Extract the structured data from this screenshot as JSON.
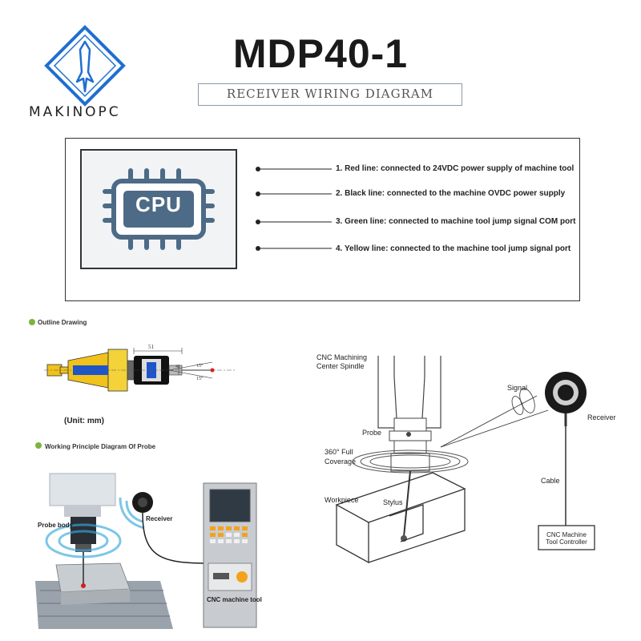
{
  "brand": {
    "name": "MAKINOPC",
    "color": "#1f6fd1"
  },
  "header": {
    "title": "MDP40-1",
    "subtitle": "RECEIVER WIRING DIAGRAM"
  },
  "wiring": {
    "chip_label": "CPU",
    "chip_color": "#4d6b86",
    "lines": [
      {
        "label": "1. Red line: connected to 24VDC power supply of machine tool"
      },
      {
        "label": "2. Black line: connected to the machine OVDC power supply"
      },
      {
        "label": "3. Green line: connected to machine tool jump signal COM port"
      },
      {
        "label": "4. Yellow line: connected to the machine tool jump signal port"
      }
    ]
  },
  "outline": {
    "title": "Outline Drawing",
    "dim_length": "51",
    "dim_height": "41",
    "angle_top": "15°",
    "angle_bottom": "15°",
    "unit": "(Unit: mm)",
    "accent": "#7cb342"
  },
  "principle": {
    "title": "Working Principle Diagram Of Probe",
    "probe_body": "Probe body",
    "receiver": "Receiver",
    "machine": "CNC machine tool"
  },
  "schematic": {
    "spindle": [
      "CNC Machining",
      "Center Spindle"
    ],
    "signal": "Signal",
    "receiver": "Receiver",
    "probe": "Probe",
    "coverage": [
      "360° Full",
      "Coverage"
    ],
    "workpiece": "Workpiece",
    "stylus": "Stylus",
    "cable": "Cable",
    "controller": [
      "CNC Machine",
      "Tool Controller"
    ]
  }
}
